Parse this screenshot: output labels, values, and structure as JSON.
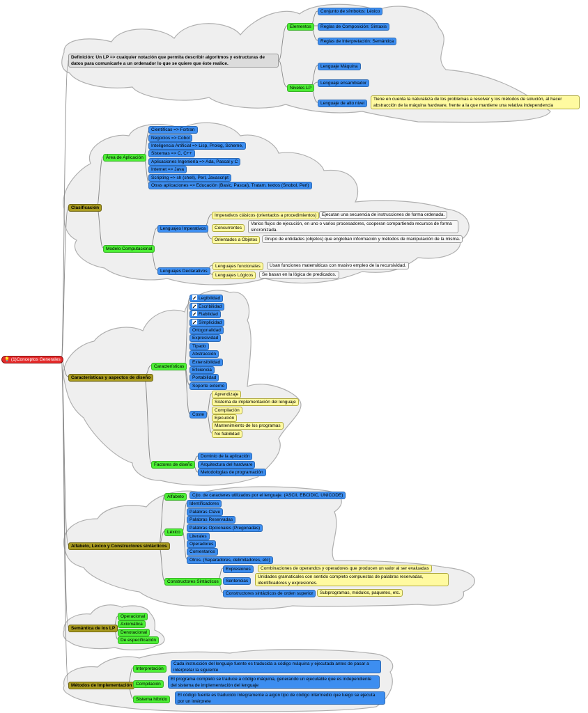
{
  "root": "(1)Conceptos Generales",
  "definicion": {
    "text": "Definición: Un LP => cualquier notación que permita describir algoritmos y estructuras de datos para comunicarle a un ordenador lo que se quiere que éste realice.",
    "elementos": {
      "label": "Elementos",
      "items": [
        "Conjunto de símbolos: Léxico",
        "Reglas de Composición: Sintaxis",
        "Reglas de Interpretación: Semántica"
      ]
    },
    "niveles": {
      "label": "Niveles LP",
      "items": [
        "Lenguaje Máquina",
        "Lenguaje ensamblador",
        "Lenguaje de alto nivel"
      ],
      "alto_nivel_note": "Tiene en cuenta la naturaleza de los problemas a resolver y los métodos de solución, al hacer abstracción de la máquina hardware, frente a la que mantiene una relativa independencia"
    }
  },
  "clasificacion": {
    "label": "Clasificación",
    "area": {
      "label": "Área de Aplicación",
      "items": [
        "Científicas => Fortran",
        "Negocios => Cobol",
        "Inteligencia Artificial => Lisp, Prolog, Scheme,",
        "Sistemas => C, C++",
        "Aplicaciones Ingeniería => Ada, Pascal y C",
        "Internet => Java",
        "Scripting => sh (shell), Perl, Javascript",
        "Otras aplicaciones => Educación (Basic, Pascal), Tratam. textos (Snobol, Perl)"
      ]
    },
    "modelo": {
      "label": "Modelo Computacional",
      "imperativos": {
        "label": "Lenguajes Imperativos",
        "items": [
          {
            "label": "Imperativos clásicos (orientados a procedimientos)",
            "note": "Ejecutan una secuencia de instrucciones de forma ordenada."
          },
          {
            "label": "Concurrentes",
            "note": "Varios flujos de ejecución, en uno o varios procesadores, cooperan compartiendo recursos de forma sincronizada."
          },
          {
            "label": "Orientados a Objetos",
            "note": "Grupo de entidades (objetos) que engloban información y métodos de manipulación de la misma."
          }
        ]
      },
      "declarativos": {
        "label": "Lenguajes Declarativos",
        "items": [
          {
            "label": "Lenguajes funcionales",
            "note": "Usan funciones matemáticas con masivo empleo de la recursividad."
          },
          {
            "label": "Lenguajes Lógicos",
            "note": "Se basan en la lógica de predicados."
          }
        ]
      }
    }
  },
  "caracteristicas": {
    "label": "Características y aspectos de diseño",
    "car": {
      "label": "Características",
      "items": [
        "Legibilidad",
        "Escribilidad",
        "Fiabilidad",
        "Simplicidad",
        "Ortogonalidad",
        "Expresividad",
        "Tipado",
        "Abstracción",
        "Extensibilidad",
        "Eficiencia",
        "Portabilidad",
        "Soporte externo"
      ]
    },
    "coste": {
      "label": "Coste",
      "items": [
        "Aprendizaje",
        "Sistema de implementación del lenguaje",
        "Compilación",
        "Ejecución",
        "Mantenimiento de los programas",
        "No fiabilidad"
      ]
    },
    "factores": {
      "label": "Factores de diseño",
      "items": [
        "Dominio de la aplicación",
        "Arquitectura del hardware",
        "Metodologías de programación"
      ]
    }
  },
  "alfabeto": {
    "label": "Alfabeto, Léxico y Constructores sintácticos",
    "alf": {
      "label": "Alfabeto",
      "item": "Cjto. de caracteres utilizados por el lenguaje. (ASCII, EBCIDIC, UNICODE)"
    },
    "lexico": {
      "label": "Léxico",
      "items": [
        "Identificadores",
        "Palabras Clave",
        "Palabras Reservadas",
        "Palabras Opcionales (Pregonadas)",
        "Literales",
        "Operadores",
        "Comentarios",
        "Otros. (Separadores, delimitadores, etc)"
      ]
    },
    "constructores": {
      "label": "Constructores Sintácticos",
      "items": [
        {
          "label": "Expresiones",
          "note": "Combinaciones de operandos y operadores que producen un valor al ser evaluadas"
        },
        {
          "label": "Sentencias",
          "note": "Unidades gramaticales con sentido completo compuestas de palabras reservadas, identificadores y expresiones."
        },
        {
          "label": "Constructores sintácticos de orden superior",
          "note": "Subprogramas, módulos, paquetes, etc."
        }
      ]
    }
  },
  "semantica": {
    "label": "Semántica de los LP",
    "items": [
      "Operacional",
      "Axiomática",
      "Denotacional",
      "De especificación"
    ]
  },
  "metodos": {
    "label": "Métodos de Implementación",
    "items": [
      {
        "label": "Interpretación",
        "note": "Cada instrucción del lenguaje fuente es traducida a código máquina y ejecutada antes de pasar a interpretar la siguiente"
      },
      {
        "label": "Compilación",
        "note": "El programa completo se traduce a código máquina, generando un ejecutable que es independiente del sistema de implementación del lenguaje"
      },
      {
        "label": "Sistema híbrido",
        "note": "El código fuente es traducido íntegramente a algún tipo de código intermedio que luego se ejecuta por un intérprete"
      }
    ]
  }
}
